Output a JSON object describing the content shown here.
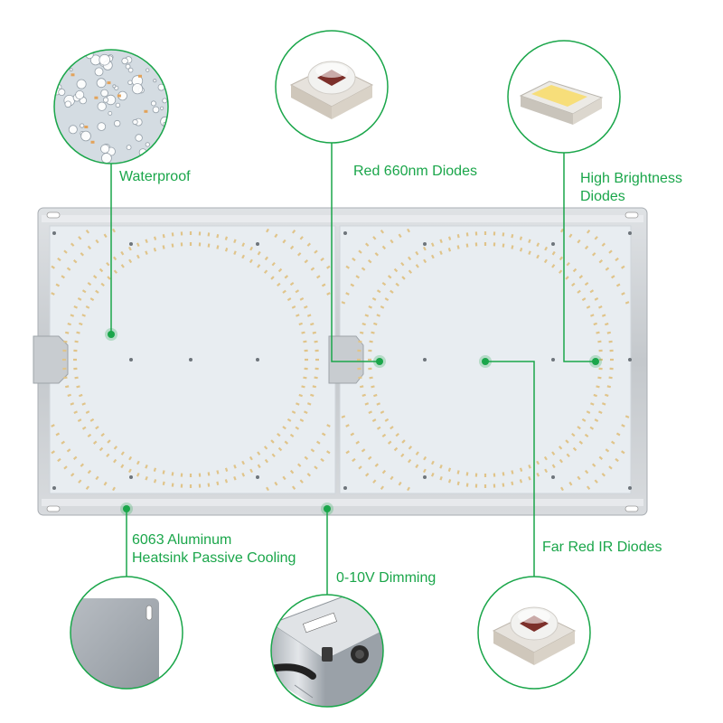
{
  "colors": {
    "accent": "#1aa64a",
    "frame": "#c9ccd0",
    "board": "#e7ecf0",
    "diode": "#e0c48a",
    "red_diode": "#8b3a33"
  },
  "callouts": {
    "waterproof": {
      "text": "Waterproof",
      "icon": "water-droplets-icon"
    },
    "red_660": {
      "text": "Red 660nm Diodes",
      "icon": "red-diode-icon"
    },
    "high_brightness": {
      "lines": [
        "High Brightness",
        "Diodes"
      ],
      "icon": "white-smd-diode-icon"
    },
    "aluminum": {
      "lines": [
        "6063 Aluminum",
        "Heatsink Passive Cooling"
      ],
      "icon": "heatsink-corner-icon"
    },
    "dimming": {
      "text": "0-10V Dimming",
      "icon": "driver-dimmer-knob-icon"
    },
    "far_red": {
      "text": "Far Red IR Diodes",
      "icon": "far-red-diode-icon"
    }
  }
}
